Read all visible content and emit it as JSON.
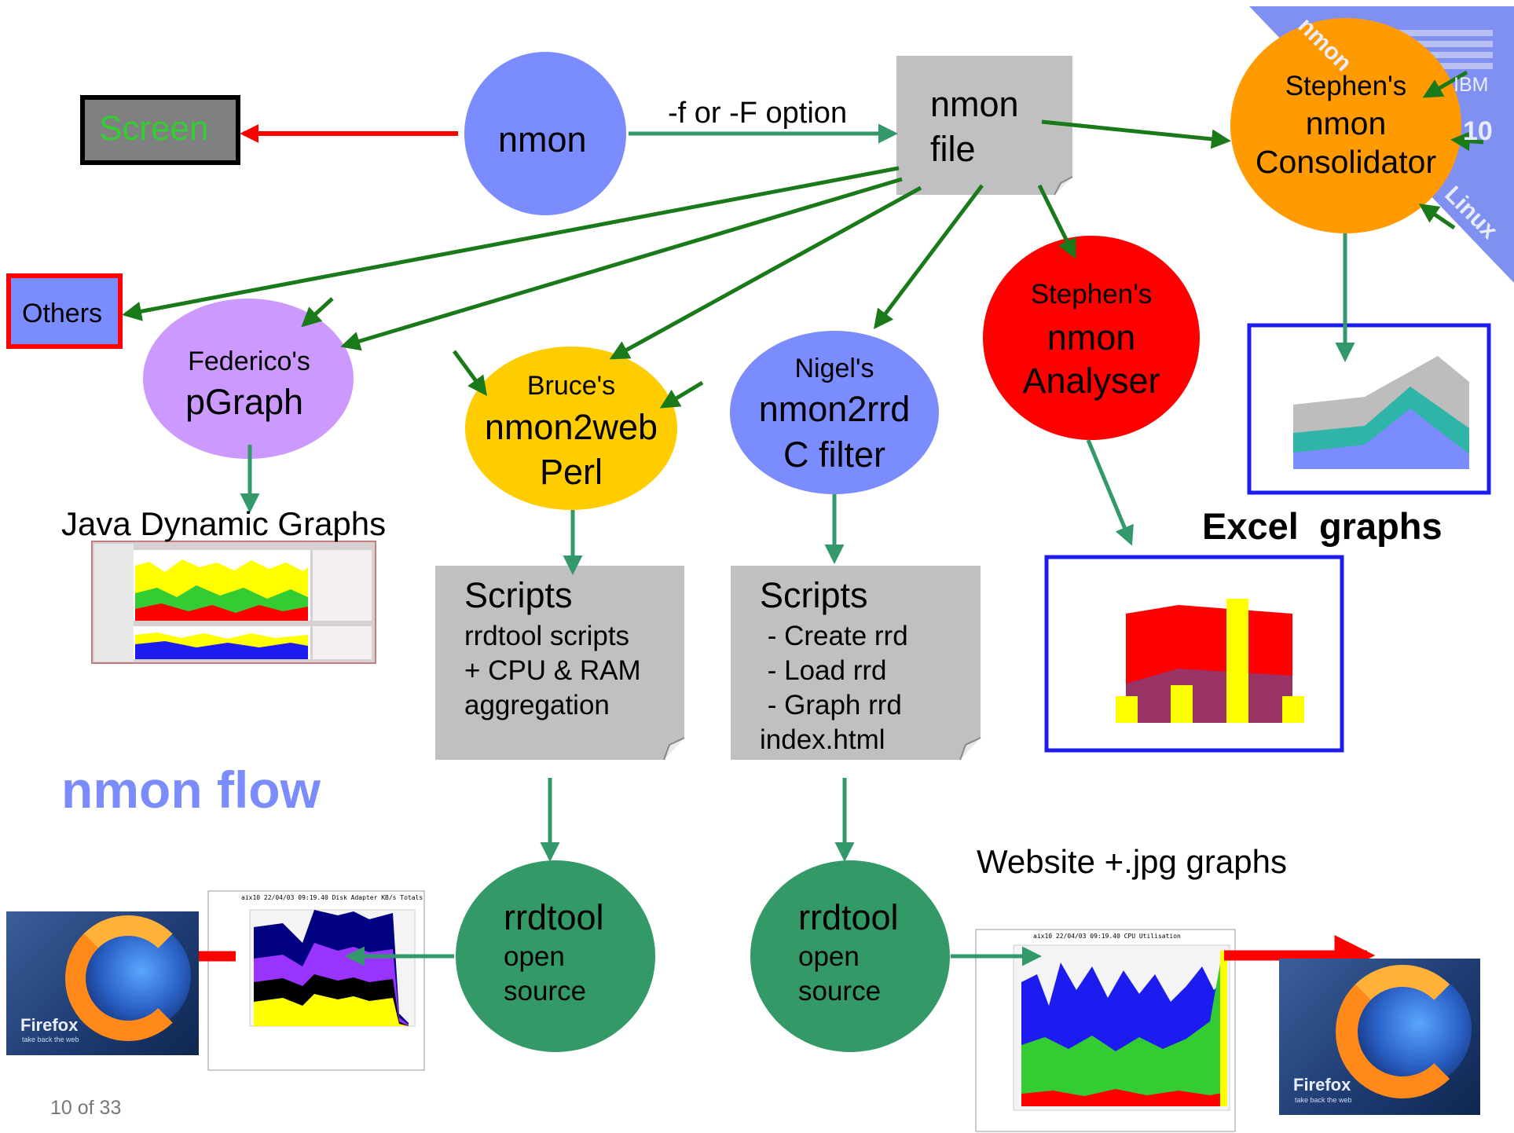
{
  "diagram": {
    "title": "nmon flow",
    "slide_number": "10 of 33",
    "corner_badge": {
      "logo": "IBM",
      "label_ibm": "IBM",
      "label_number": "10",
      "label_linux": "Linux",
      "label_top": "nmon"
    },
    "nodes": {
      "screen": "Screen",
      "others": "Others",
      "nmon": "nmon",
      "nmon_file": [
        "nmon",
        "file"
      ],
      "consolidator": [
        "Stephen's",
        "nmon",
        "Consolidator"
      ],
      "analyser": [
        "Stephen's",
        "nmon",
        "Analyser"
      ],
      "pgraph": [
        "Federico's",
        "pGraph"
      ],
      "nmon2web": [
        "Bruce's",
        "nmon2web",
        "Perl"
      ],
      "nmon2rrd": [
        "Nigel's",
        "nmon2rrd",
        "C filter"
      ],
      "scripts_left": [
        "Scripts",
        "rrdtool scripts",
        "+ CPU & RAM",
        "aggregation"
      ],
      "scripts_right": [
        "Scripts",
        " - Create rrd",
        " - Load rrd",
        " - Graph rrd",
        "index.html"
      ],
      "rrdtool_left": [
        "rrdtool",
        "open",
        "source"
      ],
      "rrdtool_right": [
        "rrdtool",
        "open",
        "source"
      ]
    },
    "edge_label_f_option": "-f or -F option",
    "java_graphs_label": "Java Dynamic Graphs",
    "excel_graphs_label": "Excel  graphs",
    "website_label": "Website +.jpg graphs",
    "firefox_brand": "Firefox",
    "firefox_tagline": "take back the web",
    "disk_chart_title": "aix10 22/04/03 09:19.40 Disk Adapter KB/s Totals",
    "cpu_chart_title": "aix10 22/04/03 09:19.40 CPU Utilisation",
    "colors": {
      "nmon_node": "#7b8cff",
      "consolidator": "#ff9a00",
      "analyser": "#ff0000",
      "pgraph": "#cc99ff",
      "nmon2web": "#ffcc00",
      "nmon2rrd": "#7b8cff",
      "rrdtool": "#339966",
      "flow_title": "#7b8cff",
      "green_arrow": "#1a7a1a",
      "teal_arrow": "#33996b",
      "red_arrow": "#ff0000"
    }
  }
}
